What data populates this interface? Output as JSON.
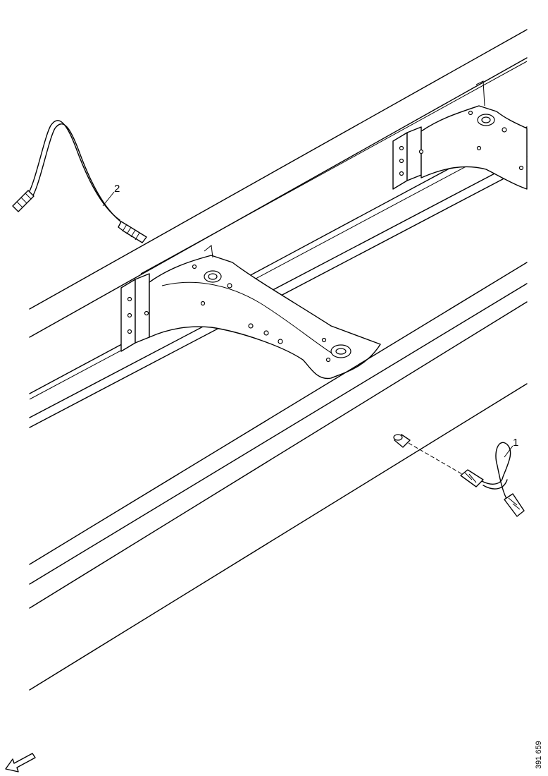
{
  "callouts": {
    "item_1": "1",
    "item_2": "2"
  },
  "drawing_number": "391 659"
}
